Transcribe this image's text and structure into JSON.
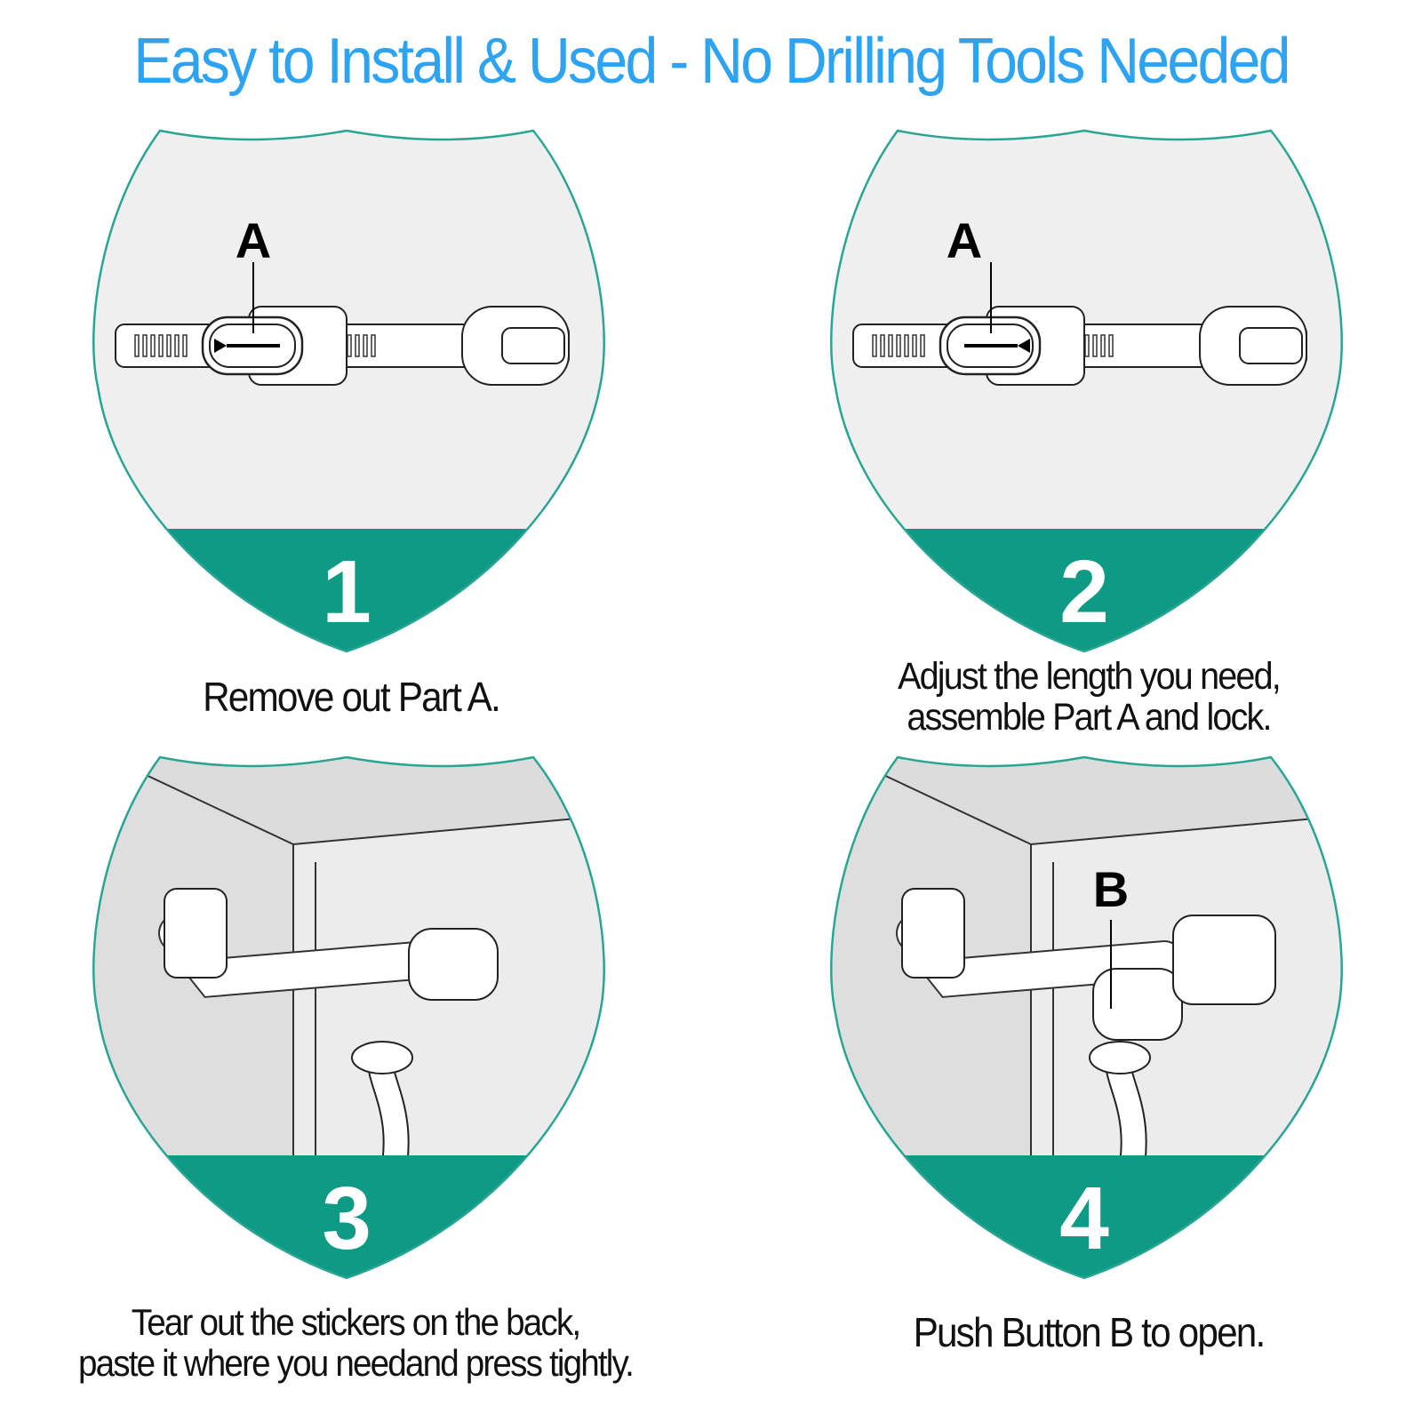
{
  "title": "Easy to Install & Used - No Drilling Tools Needed",
  "colors": {
    "title": "#2ea3f2",
    "teal": "#0f9a86",
    "panel_bg": "#efefef",
    "outline": "#2aa594"
  },
  "steps": [
    {
      "number": "1",
      "label_part": "A",
      "caption_lines": [
        "Remove out Part A."
      ]
    },
    {
      "number": "2",
      "label_part": "A",
      "caption_lines": [
        "Adjust the length you need,",
        "assemble Part A and lock."
      ]
    },
    {
      "number": "3",
      "caption_lines": [
        "Tear out the stickers on the back,",
        "paste it where you needand press tightly."
      ]
    },
    {
      "number": "4",
      "label_part": "B",
      "caption_lines": [
        "Push Button B to open."
      ]
    }
  ]
}
